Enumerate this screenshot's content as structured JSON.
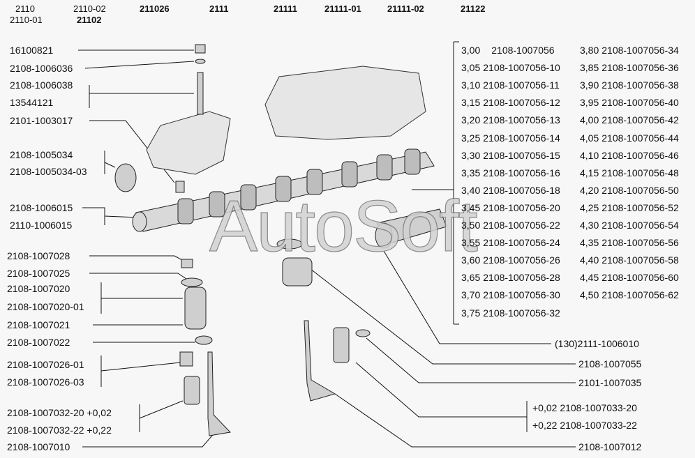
{
  "header": {
    "row1": [
      "2110",
      "2110-02",
      "211026",
      "2111",
      "21111",
      "21111-01",
      "21111-02",
      "21122"
    ],
    "row2": [
      "2110-01",
      "21102"
    ]
  },
  "left_labels": [
    "16100821",
    "2108-1006036",
    "2108-1006038",
    "13544121",
    "2101-1003017",
    "2108-1005034",
    "2108-1005034-03",
    "2108-1006015",
    "2110-1006015",
    "2108-1007028",
    "2108-1007025",
    "2108-1007020",
    "2108-1007020-01",
    "2108-1007021",
    "2108-1007022",
    "2108-1007026-01",
    "2108-1007026-03",
    "2108-1007032-20 +0,02",
    "2108-1007032-22 +0,22",
    "2108-1007010"
  ],
  "right_labels": [
    "(130)2111-1006010",
    "2108-1007055",
    "2101-1007035",
    "+0,02 2108-1007033-20",
    "+0,22 2108-1007033-22",
    "2108-1007012"
  ],
  "shim_table": {
    "col1": [
      [
        "3,00",
        "2108-1007056"
      ],
      [
        "3,05",
        "2108-1007056-10"
      ],
      [
        "3,10",
        "2108-1007056-11"
      ],
      [
        "3,15",
        "2108-1007056-12"
      ],
      [
        "3,20",
        "2108-1007056-13"
      ],
      [
        "3,25",
        "2108-1007056-14"
      ],
      [
        "3,30",
        "2108-1007056-15"
      ],
      [
        "3,35",
        "2108-1007056-16"
      ],
      [
        "3,40",
        "2108-1007056-18"
      ],
      [
        "3,45",
        "2108-1007056-20"
      ],
      [
        "3,50",
        "2108-1007056-22"
      ],
      [
        "3,55",
        "2108-1007056-24"
      ],
      [
        "3,60",
        "2108-1007056-26"
      ],
      [
        "3,65",
        "2108-1007056-28"
      ],
      [
        "3,70",
        "2108-1007056-30"
      ],
      [
        "3,75",
        "2108-1007056-32"
      ]
    ],
    "col2": [
      [
        "3,80",
        "2108-1007056-34"
      ],
      [
        "3,85",
        "2108-1007056-36"
      ],
      [
        "3,90",
        "2108-1007056-38"
      ],
      [
        "3,95",
        "2108-1007056-40"
      ],
      [
        "4,00",
        "2108-1007056-42"
      ],
      [
        "4,05",
        "2108-1007056-44"
      ],
      [
        "4,10",
        "2108-1007056-46"
      ],
      [
        "4,15",
        "2108-1007056-48"
      ],
      [
        "4,20",
        "2108-1007056-50"
      ],
      [
        "4,25",
        "2108-1007056-52"
      ],
      [
        "4,30",
        "2108-1007056-54"
      ],
      [
        "4,35",
        "2108-1007056-56"
      ],
      [
        "4,40",
        "2108-1007056-58"
      ],
      [
        "4,45",
        "2108-1007056-60"
      ],
      [
        "4,50",
        "2108-1007056-62"
      ]
    ]
  },
  "watermark": "AutoSoft"
}
